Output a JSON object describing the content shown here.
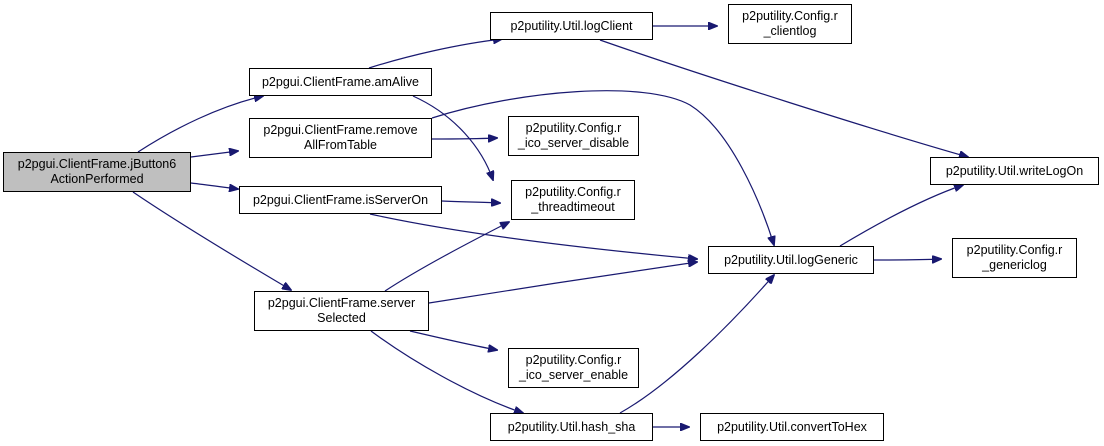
{
  "colors": {
    "edge": "#191970",
    "root_fill": "#bfbfbf",
    "node_fill": "#ffffff",
    "border": "#000000"
  },
  "nodes": [
    {
      "id": "root",
      "label": "p2pgui.ClientFrame.jButton6\nActionPerformed",
      "root": true
    },
    {
      "id": "amAlive",
      "label": "p2pgui.ClientFrame.amAlive"
    },
    {
      "id": "removeAll",
      "label": "p2pgui.ClientFrame.remove\nAllFromTable"
    },
    {
      "id": "isServerOn",
      "label": "p2pgui.ClientFrame.isServerOn"
    },
    {
      "id": "serverSelected",
      "label": "p2pgui.ClientFrame.server\nSelected"
    },
    {
      "id": "logClient",
      "label": "p2putility.Util.logClient"
    },
    {
      "id": "clientlog",
      "label": "p2putility.Config.r\n_clientlog"
    },
    {
      "id": "icoDisable",
      "label": "p2putility.Config.r\n_ico_server_disable"
    },
    {
      "id": "threadtimeout",
      "label": "p2putility.Config.r\n_threadtimeout"
    },
    {
      "id": "writeLogOn",
      "label": "p2putility.Util.writeLogOn"
    },
    {
      "id": "logGeneric",
      "label": "p2putility.Util.logGeneric"
    },
    {
      "id": "genericlog",
      "label": "p2putility.Config.r\n_genericlog"
    },
    {
      "id": "icoEnable",
      "label": "p2putility.Config.r\n_ico_server_enable"
    },
    {
      "id": "hashSha",
      "label": "p2putility.Util.hash_sha"
    },
    {
      "id": "convertToHex",
      "label": "p2putility.Util.convertToHex"
    }
  ],
  "edges": [
    [
      "root",
      "amAlive"
    ],
    [
      "root",
      "removeAll"
    ],
    [
      "root",
      "isServerOn"
    ],
    [
      "root",
      "serverSelected"
    ],
    [
      "amAlive",
      "logClient"
    ],
    [
      "amAlive",
      "threadtimeout"
    ],
    [
      "logClient",
      "clientlog"
    ],
    [
      "logClient",
      "writeLogOn"
    ],
    [
      "removeAll",
      "icoDisable"
    ],
    [
      "removeAll",
      "logGeneric"
    ],
    [
      "isServerOn",
      "threadtimeout"
    ],
    [
      "isServerOn",
      "logGeneric"
    ],
    [
      "serverSelected",
      "threadtimeout"
    ],
    [
      "serverSelected",
      "logGeneric"
    ],
    [
      "serverSelected",
      "icoEnable"
    ],
    [
      "serverSelected",
      "hashSha"
    ],
    [
      "logGeneric",
      "writeLogOn"
    ],
    [
      "logGeneric",
      "genericlog"
    ],
    [
      "hashSha",
      "logGeneric"
    ],
    [
      "hashSha",
      "convertToHex"
    ]
  ]
}
